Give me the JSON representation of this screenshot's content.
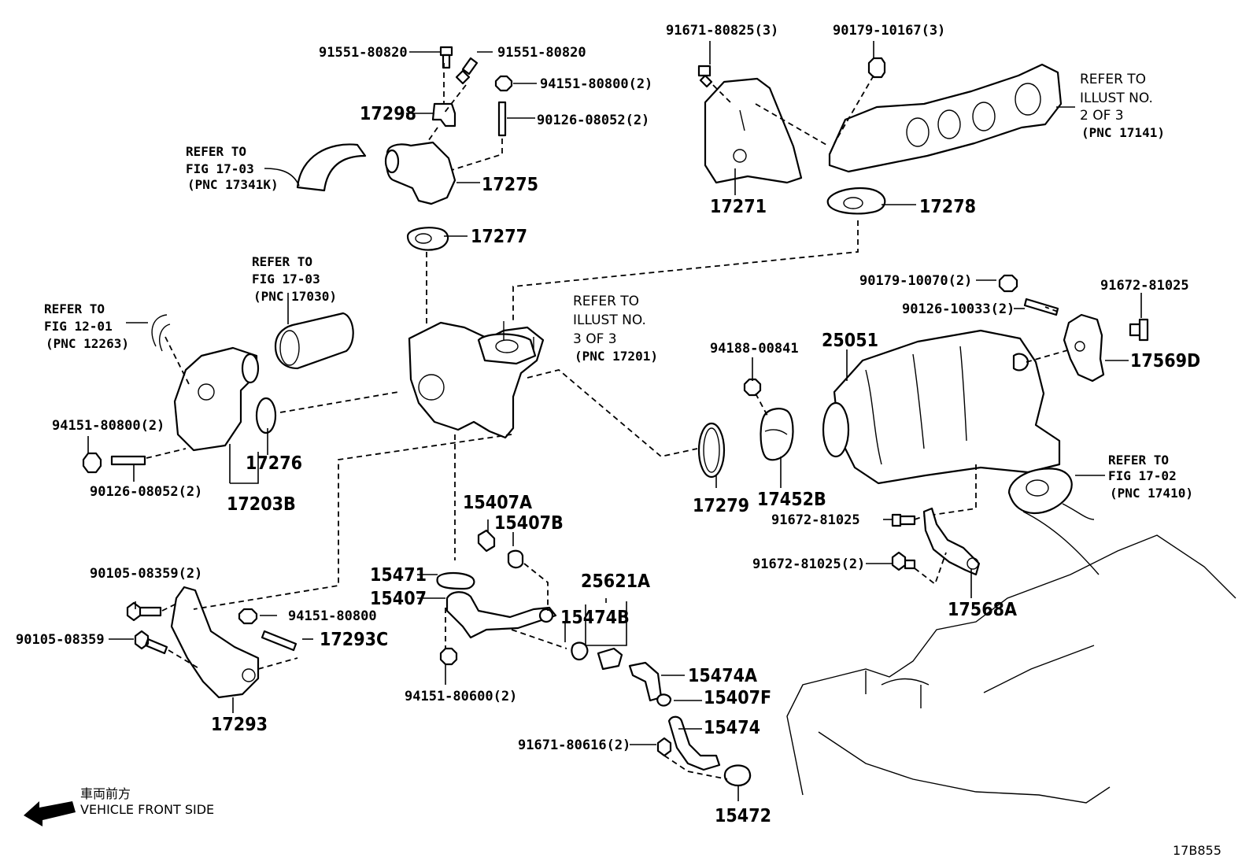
{
  "diagram_id": "17B855",
  "front_side": {
    "jp": "車両前方",
    "en": "VEHICLE FRONT SIDE"
  },
  "labels": {
    "l91551a": "91551-80820",
    "l91551b": "91551-80820",
    "l94151a": "94151-80800(2)",
    "l17298": "17298",
    "l90126a": "90126-08052(2)",
    "l17275": "17275",
    "l17277": "17277",
    "l91671a": "91671-80825(3)",
    "l90179a": "90179-10167(3)",
    "l17271": "17271",
    "l17278": "17278",
    "l90179b": "90179-10070(2)",
    "l90126b": "90126-10033(2)",
    "l91672a": "91672-81025",
    "l17569d": "17569D",
    "l25051": "25051",
    "l94188": "94188-00841",
    "l17452b": "17452B",
    "l17279": "17279",
    "l91672b": "91672-81025",
    "l91672c": "91672-81025(2)",
    "l17568a": "17568A",
    "l94151b": "94151-80800(2)",
    "l90126c": "90126-08052(2)",
    "l17276": "17276",
    "l17203b": "17203B",
    "l15407a": "15407A",
    "l15407b": "15407B",
    "l15471": "15471",
    "l15407": "15407",
    "l25621a": "25621A",
    "l15474b": "15474B",
    "l15474a": "15474A",
    "l15407f": "15407F",
    "l15474": "15474",
    "l91671b": "91671-80616(2)",
    "l15472": "15472",
    "l94151c": "94151-80600(2)",
    "l90105a": "90105-08359(2)",
    "l90105b": "90105-08359",
    "l94151d": "94151-80800",
    "l17293c": "17293C",
    "l17293": "17293"
  },
  "refs": {
    "r1": [
      "REFER TO",
      "FIG 17-03",
      "(PNC 17341K)"
    ],
    "r2": [
      "REFER TO",
      "FIG 17-03",
      "(PNC 17030)"
    ],
    "r3": [
      "REFER TO",
      "FIG 12-01",
      "(PNC 12263)"
    ],
    "r4": [
      "REFER TO",
      "ILLUST NO.",
      "3 OF 3",
      "(PNC 17201)"
    ],
    "r5": [
      "REFER TO",
      "ILLUST NO.",
      "2 OF 3",
      "(PNC 17141)"
    ],
    "r6": [
      "REFER TO",
      "FIG 17-02",
      "(PNC 17410)"
    ]
  }
}
